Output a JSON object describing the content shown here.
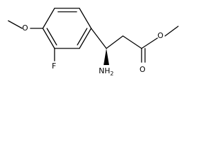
{
  "molecule": {
    "atoms": {
      "o_methoxy": "O",
      "fluorine": "F",
      "nh2": "NH2",
      "o_carbonyl": "O",
      "o_ester": "O"
    },
    "stereo": "wedge"
  }
}
